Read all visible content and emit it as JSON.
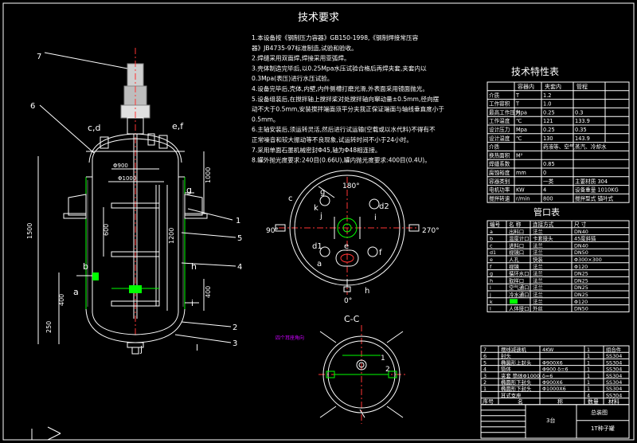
{
  "tech_req": {
    "title": "技术要求",
    "lines": [
      "1.本设备按《钢制压力容器》GB150-1998,《钢制焊接常压容",
      "器》JB4735-97标准制造,试验和验收。",
      "2.焊缝采用双面焊,焊接采用亚弧焊。",
      "3.壳体制造完毕后,以0.25Mpa水压试验合格后再焊夹套,夹套内以",
      "0.3Mpa(表压)进行水压试验。",
      "4.设备完毕后,壳体,内壁,内件侧槽打磨光滑,外表面采用镜面抛光。",
      "5.设备组装后,在搅拌轴上搅拌桨对处搅拌轴向窜动量±0.5mm,径向摆",
      "动不大于0.5mm,安装搅拌端面须平分夹我正保证端面与轴线垂直度小于",
      "0.5mm。",
      "6.主轴安装后,须运转灵活,然后进行试运输(空载或以水代料)不得有不",
      "正常噪音和较大振动等不良现象,试运转时间不小于24小时。",
      "7.采用单面石墨机械密封Φ45,轴为Φ48相连接。",
      "8.罐外抛光度要求:240目(0.66U),罐内抛光度要求:400目(0.4U)。"
    ]
  },
  "spec": {
    "title": "技术特性表",
    "headers": [
      "",
      "容器内",
      "夹套内",
      "管程"
    ],
    "rows": [
      [
        "介质",
        "T",
        "1.2",
        ""
      ],
      [
        "工作容积",
        "T",
        "1.0",
        ""
      ],
      [
        "最高工作压力",
        "Mpa",
        "0.25",
        "0.3"
      ],
      [
        "工作温度",
        "℃",
        "121",
        "133.9"
      ],
      [
        "设计压力",
        "Mpa",
        "0.25",
        "0.35"
      ],
      [
        "设计温度",
        "℃",
        "130",
        "143.9"
      ],
      [
        "介质",
        "",
        "药液等、空气",
        "蒸汽、冷却水"
      ],
      [
        "换热面积",
        "M²",
        "",
        ""
      ],
      [
        "焊缝系数",
        "",
        "0.85",
        ""
      ],
      [
        "腐蚀裕度",
        "mm",
        "0",
        ""
      ],
      [
        "容器类别",
        "",
        "一类",
        "主要材质 304"
      ],
      [
        "电机功率",
        "KW",
        "4",
        "设备重量 1010KG"
      ],
      [
        "搅拌转速",
        "r/min",
        "800",
        "搅拌型式  锚叶式"
      ]
    ]
  },
  "nozzles": {
    "title": "管口表",
    "headers": [
      "编号",
      "名  称",
      "连接方式",
      "尺  寸"
    ],
    "rows": [
      [
        "a",
        "出料口",
        "法兰",
        "DN40"
      ],
      [
        "b",
        "温度计口",
        "卡套接头",
        "45度斜插"
      ],
      [
        "c",
        "进料口",
        "法兰",
        "DN40"
      ],
      [
        "d1",
        "视镜口",
        "法兰",
        "DN50"
      ],
      [
        "e",
        "人孔",
        "快装",
        "Φ300×300"
      ],
      [
        "f",
        "视镜",
        "法兰",
        "Φ120"
      ],
      [
        "g",
        "循环水口",
        "法兰",
        "DN25"
      ],
      [
        "h",
        "取样口",
        "法兰",
        "DN25"
      ],
      [
        "i",
        "空气通口",
        "法兰",
        "DN25"
      ],
      [
        "j",
        "冷水通口",
        "法兰",
        "DN25"
      ],
      [
        "k",
        "",
        "法兰",
        "Φ120"
      ],
      [
        "l",
        "人体接口",
        "外丝",
        "DN50"
      ]
    ]
  },
  "parts": {
    "rows": [
      [
        "7",
        "摆线减速机",
        "4KW",
        "1",
        "组合件"
      ],
      [
        "6",
        "封头",
        "",
        "1",
        "SS304"
      ],
      [
        "5",
        "椭圆形上封头",
        "Φ900X6",
        "1",
        "SS304"
      ],
      [
        "4",
        "筒体",
        "Φ900  δ=6",
        "1",
        "SS304"
      ],
      [
        "3",
        "夹套 筒体Φ1000",
        "δ=6",
        "1",
        "SS304"
      ],
      [
        "2",
        "椭圆形下封头",
        "Φ900X6",
        "1",
        "SS304"
      ],
      [
        "1",
        "椭圆形下封头",
        "Φ1000X6",
        "1",
        "SS304"
      ],
      [
        "",
        "耳式支座",
        "",
        "4",
        "SS304"
      ]
    ],
    "header": [
      "序号",
      "名",
      "称",
      "数量",
      "材料"
    ],
    "title_block": {
      "scale": "3台",
      "drawing": "总装图",
      "name": "1T种子罐"
    }
  },
  "main_view": {
    "labels": {
      "c_d": "c,d",
      "e_f": "e,f",
      "g": "g",
      "b": "b",
      "a": "a",
      "h": "h",
      "i": "i",
      "j": "j",
      "l": "l"
    },
    "dims": [
      "Φ900",
      "Φ1000",
      "1000",
      "1500",
      "1200",
      "600",
      "400",
      "250",
      "400"
    ],
    "callouts": [
      "6",
      "7",
      "1",
      "5",
      "4",
      "2",
      "3"
    ]
  },
  "top_view": {
    "angles": [
      "180°",
      "90°",
      "270°",
      "0°"
    ],
    "labels": [
      "g",
      "d2",
      "k",
      "j",
      "i",
      "d1",
      "a",
      "e",
      "f",
      "h",
      "c"
    ]
  },
  "section": {
    "title": "C-C",
    "note": "四个耳座角向",
    "labels": [
      "1",
      "2"
    ]
  }
}
